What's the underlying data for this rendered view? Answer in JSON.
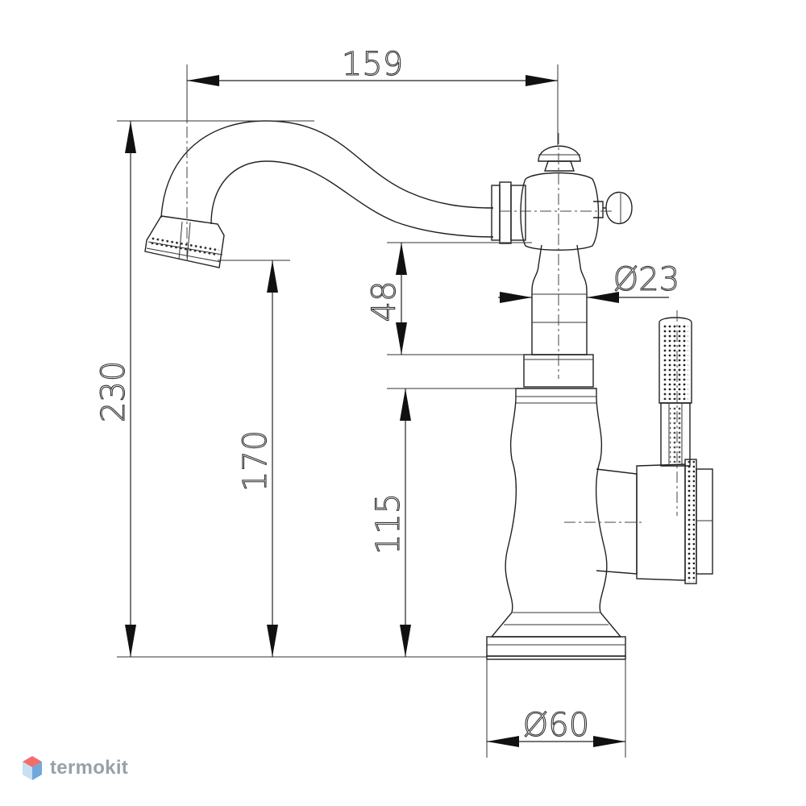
{
  "dimensions": {
    "spout_reach": "159",
    "total_height": "230",
    "spout_height": "170",
    "neck_height": "48",
    "base_to_neck": "115",
    "handle_diameter": "Ø23",
    "base_diameter": "Ø60"
  },
  "watermark": {
    "brand": "termokit",
    "colors": {
      "top": "#f26d6d",
      "left": "#c7e0f2",
      "right": "#6fa8dc",
      "text": "#9aa0a8"
    }
  }
}
